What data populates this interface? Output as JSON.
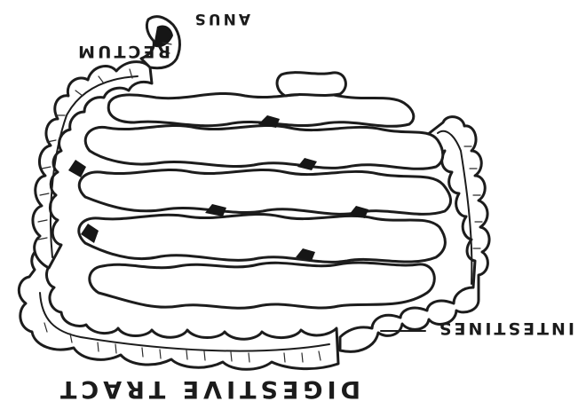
{
  "labels": {
    "title": "DIGESTIVE TRACT",
    "intestines": "INTESTINES",
    "rectum": "RECTUM",
    "anus": "ANUS"
  },
  "colors": {
    "ink": "#1c1c1c",
    "paper": "#ffffff"
  }
}
